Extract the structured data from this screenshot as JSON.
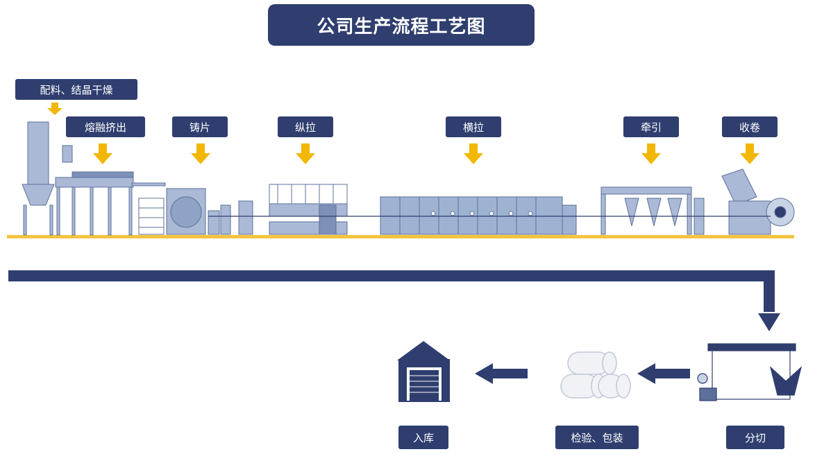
{
  "title": "公司生产流程工艺图",
  "stages": [
    {
      "label": "配料、结晶干燥"
    },
    {
      "label": "熔融挤出"
    },
    {
      "label": "铸片"
    },
    {
      "label": "纵拉"
    },
    {
      "label": "横拉"
    },
    {
      "label": "牵引"
    },
    {
      "label": "收卷"
    }
  ],
  "post_stages": [
    {
      "label": "分切"
    },
    {
      "label": "检验、包装"
    },
    {
      "label": "入库"
    }
  ],
  "colors": {
    "navy": "#2f3e6f",
    "gold": "#f2b705",
    "machine": "#8fa3c6",
    "machine_dark": "#5d7099",
    "base": "#f4c441"
  }
}
